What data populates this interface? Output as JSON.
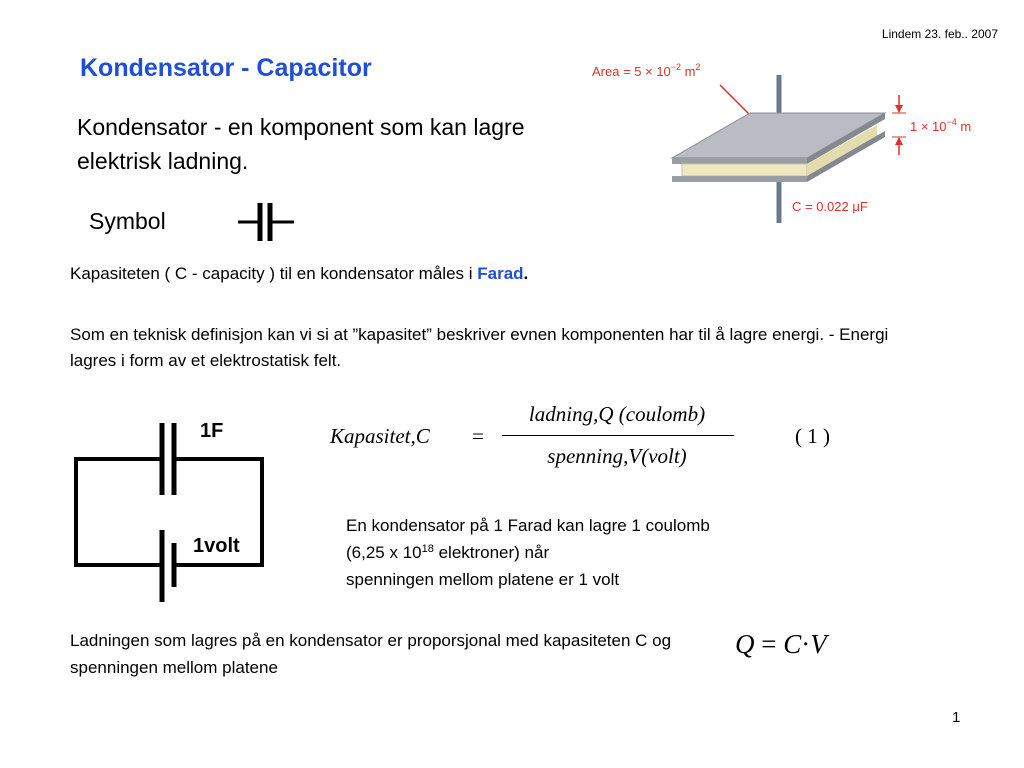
{
  "header": {
    "author_date": "Lindem 23. feb.. 2007"
  },
  "title": "Kondensator - Capacitor",
  "intro": "Kondensator - en komponent som kan lagre elektrisk ladning.",
  "symbol_label": "Symbol",
  "capacity_text": "Kapasiteten ( C - capacity ) til en kondensator måles i ",
  "capacity_unit": "Farad",
  "capacity_end": ".",
  "definition_text": "Som en teknisk definisjon kan vi si at ”kapasitet” beskriver evnen komponenten har til å lagre energi. - Energi lagres i form av et elektrostatisk felt.",
  "figure": {
    "area_label": "Area = 5 × 10",
    "area_exp": "−2",
    "area_unit": " m",
    "area_unit_exp": "2",
    "gap_label": "1 × 10",
    "gap_exp": "−4",
    "gap_unit": " m",
    "cap_label": "C = 0.022 μF"
  },
  "circuit": {
    "cap_label": "1F",
    "battery_label": "1volt"
  },
  "formula": {
    "lhs": "Kapasitet,C",
    "eq": "=",
    "numerator": "ladning,Q (coulomb)",
    "denominator": "spenning,V(volt)",
    "number": "( 1 )"
  },
  "farad_text": {
    "line1": "En kondensator på 1 Farad kan lagre 1 coulomb",
    "line2_pre": "(6,25 x 10",
    "line2_exp": "18",
    "line2_post": " elektroner) når",
    "line3": "spenningen mellom platene er 1 volt"
  },
  "proportional_text": "Ladningen som lagres på en kondensator er proporsjonal med kapasiteten C og spenningen mellom platene",
  "qcv": {
    "q": "Q",
    "eq": " = ",
    "c": "C",
    "dot": "·",
    "v": "V"
  },
  "page_number": "1",
  "colors": {
    "accent": "#1f4fd6",
    "figure_red": "#e0302a"
  }
}
